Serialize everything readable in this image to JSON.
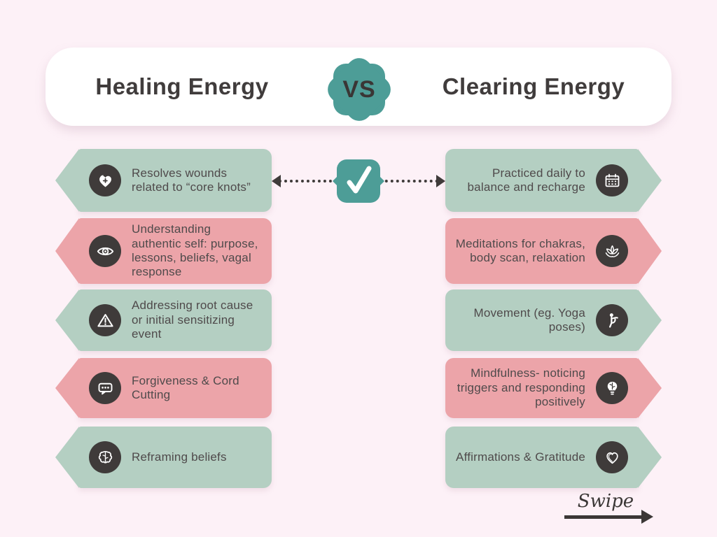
{
  "colors": {
    "background": "#fdf1f7",
    "panel_white": "#ffffff",
    "teal_accent": "#4d9d97",
    "sage_green_card": "#b4cfc2",
    "salmon_pink_card": "#eca4a9",
    "dark_icon_circle": "#3f3b3a",
    "card_text": "#4f4a4b"
  },
  "header": {
    "left_title": "Healing Energy",
    "vs_label": "VS",
    "right_title": "Clearing Energy"
  },
  "divider": {
    "check_icon": "check-icon",
    "arrow_style": "dotted double-headed arrow"
  },
  "columns": {
    "left": {
      "items": [
        {
          "text": "Resolves wounds related to “core knots”",
          "icon": "heart-cross-icon",
          "color": "green"
        },
        {
          "text": "Understanding authentic self: purpose, lessons, beliefs, vagal response",
          "icon": "eye-icon",
          "color": "pink"
        },
        {
          "text": "Addressing root cause or initial sensitizing event",
          "icon": "warning-triangle-icon",
          "color": "green"
        },
        {
          "text": "Forgiveness & Cord Cutting",
          "icon": "chat-bubble-icon",
          "color": "pink"
        },
        {
          "text": "Reframing beliefs",
          "icon": "brain-icon",
          "color": "green"
        }
      ]
    },
    "right": {
      "items": [
        {
          "text": "Practiced daily to balance and recharge",
          "icon": "calendar-icon",
          "color": "green"
        },
        {
          "text": "Meditations for chakras, body scan, relaxation",
          "icon": "lotus-icon",
          "color": "pink"
        },
        {
          "text": "Movement (eg. Yoga poses)",
          "icon": "yoga-pose-icon",
          "color": "green"
        },
        {
          "text": "Mindfulness- noticing triggers and responding positively",
          "icon": "lightbulb-brain-icon",
          "color": "pink"
        },
        {
          "text": "Affirmations & Gratitude",
          "icon": "doodle-heart-icon",
          "color": "green"
        }
      ]
    }
  },
  "footer": {
    "swipe_label": "Swipe"
  }
}
